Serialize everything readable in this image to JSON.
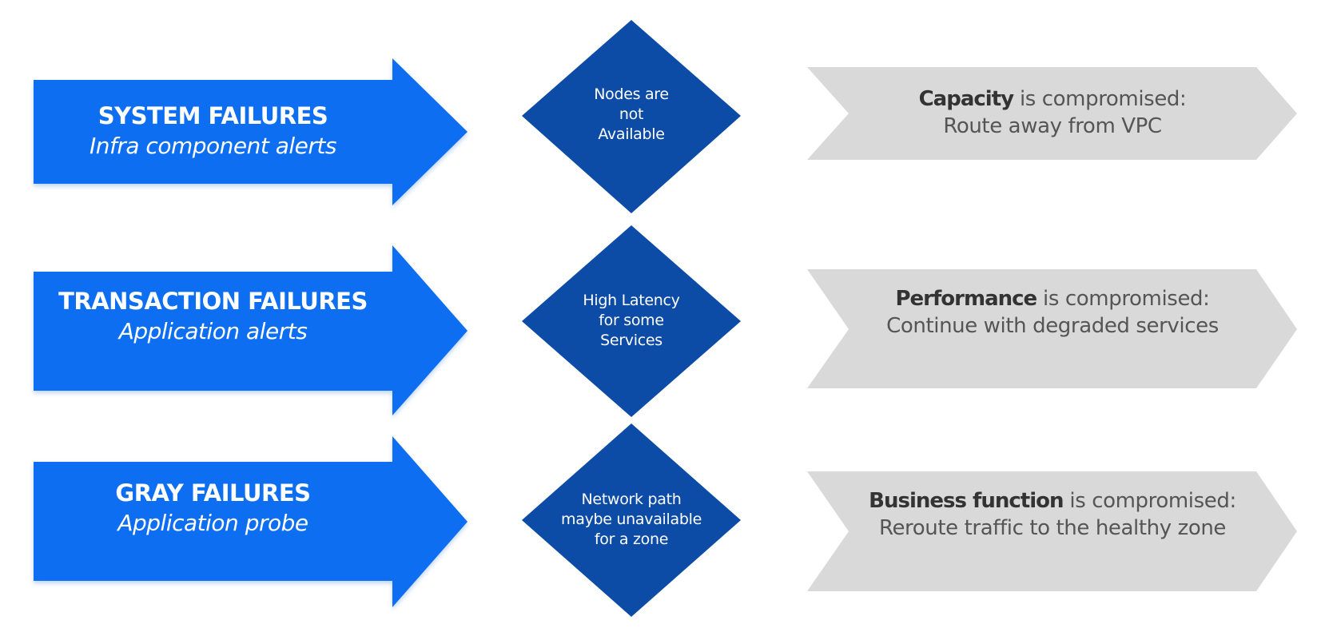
{
  "colors": {
    "arrow": "#0A6EF2",
    "diamond": "#0C4CA6",
    "chevron": "#D9D9D9",
    "chevron_text": "#555555",
    "chevron_term": "#333333"
  },
  "rows": [
    {
      "failure": {
        "title": "SYSTEM FAILURES",
        "subtitle": "Infra component alerts"
      },
      "symptom": {
        "lines": [
          "Nodes are",
          "not",
          "Available"
        ]
      },
      "impact": {
        "term": "Capacity",
        "suffix": " is compromised:",
        "action": "Route away from VPC"
      }
    },
    {
      "failure": {
        "title": "TRANSACTION FAILURES",
        "subtitle": "Application alerts"
      },
      "symptom": {
        "lines": [
          "High Latency",
          "for some",
          "Services"
        ]
      },
      "impact": {
        "term": "Performance",
        "suffix": " is compromised:",
        "action": "Continue with degraded services"
      }
    },
    {
      "failure": {
        "title": "GRAY FAILURES",
        "subtitle": "Application probe"
      },
      "symptom": {
        "lines": [
          "Network path",
          "maybe unavailable",
          "for a zone"
        ]
      },
      "impact": {
        "term": "Business function",
        "suffix": " is compromised:",
        "action": "Reroute traffic to the healthy zone"
      }
    }
  ]
}
